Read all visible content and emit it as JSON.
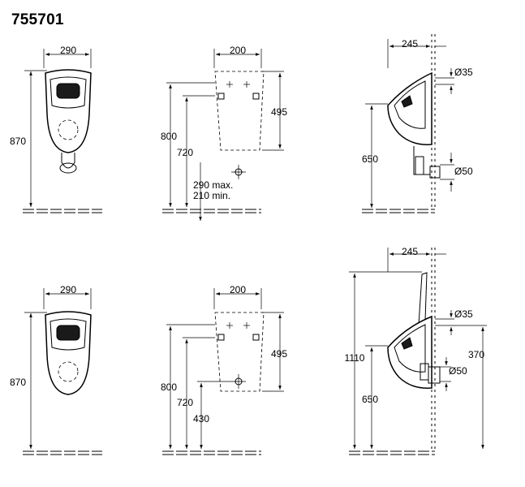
{
  "title": "755701",
  "top_row": {
    "front_view": {
      "width": "290",
      "height": "870"
    },
    "rear_view": {
      "width": "200",
      "vertical_mount": "495",
      "height_total": "800",
      "height_fixing": "720",
      "drain_range": [
        "290 max.",
        "210 min."
      ]
    },
    "side_view": {
      "depth": "245",
      "supply_dia": "Ø35",
      "drain_dia": "Ø50",
      "rim_height": "650"
    }
  },
  "bottom_row": {
    "front_view": {
      "width": "290",
      "height": "870"
    },
    "rear_view": {
      "width": "200",
      "vertical_mount": "495",
      "height_total": "800",
      "height_fixing": "720",
      "drain_height": "430"
    },
    "side_view": {
      "depth": "245",
      "supply_dia": "Ø35",
      "drain_dia": "Ø50",
      "rim_height": "650",
      "total_height": "1110",
      "supply_height": "370"
    }
  }
}
